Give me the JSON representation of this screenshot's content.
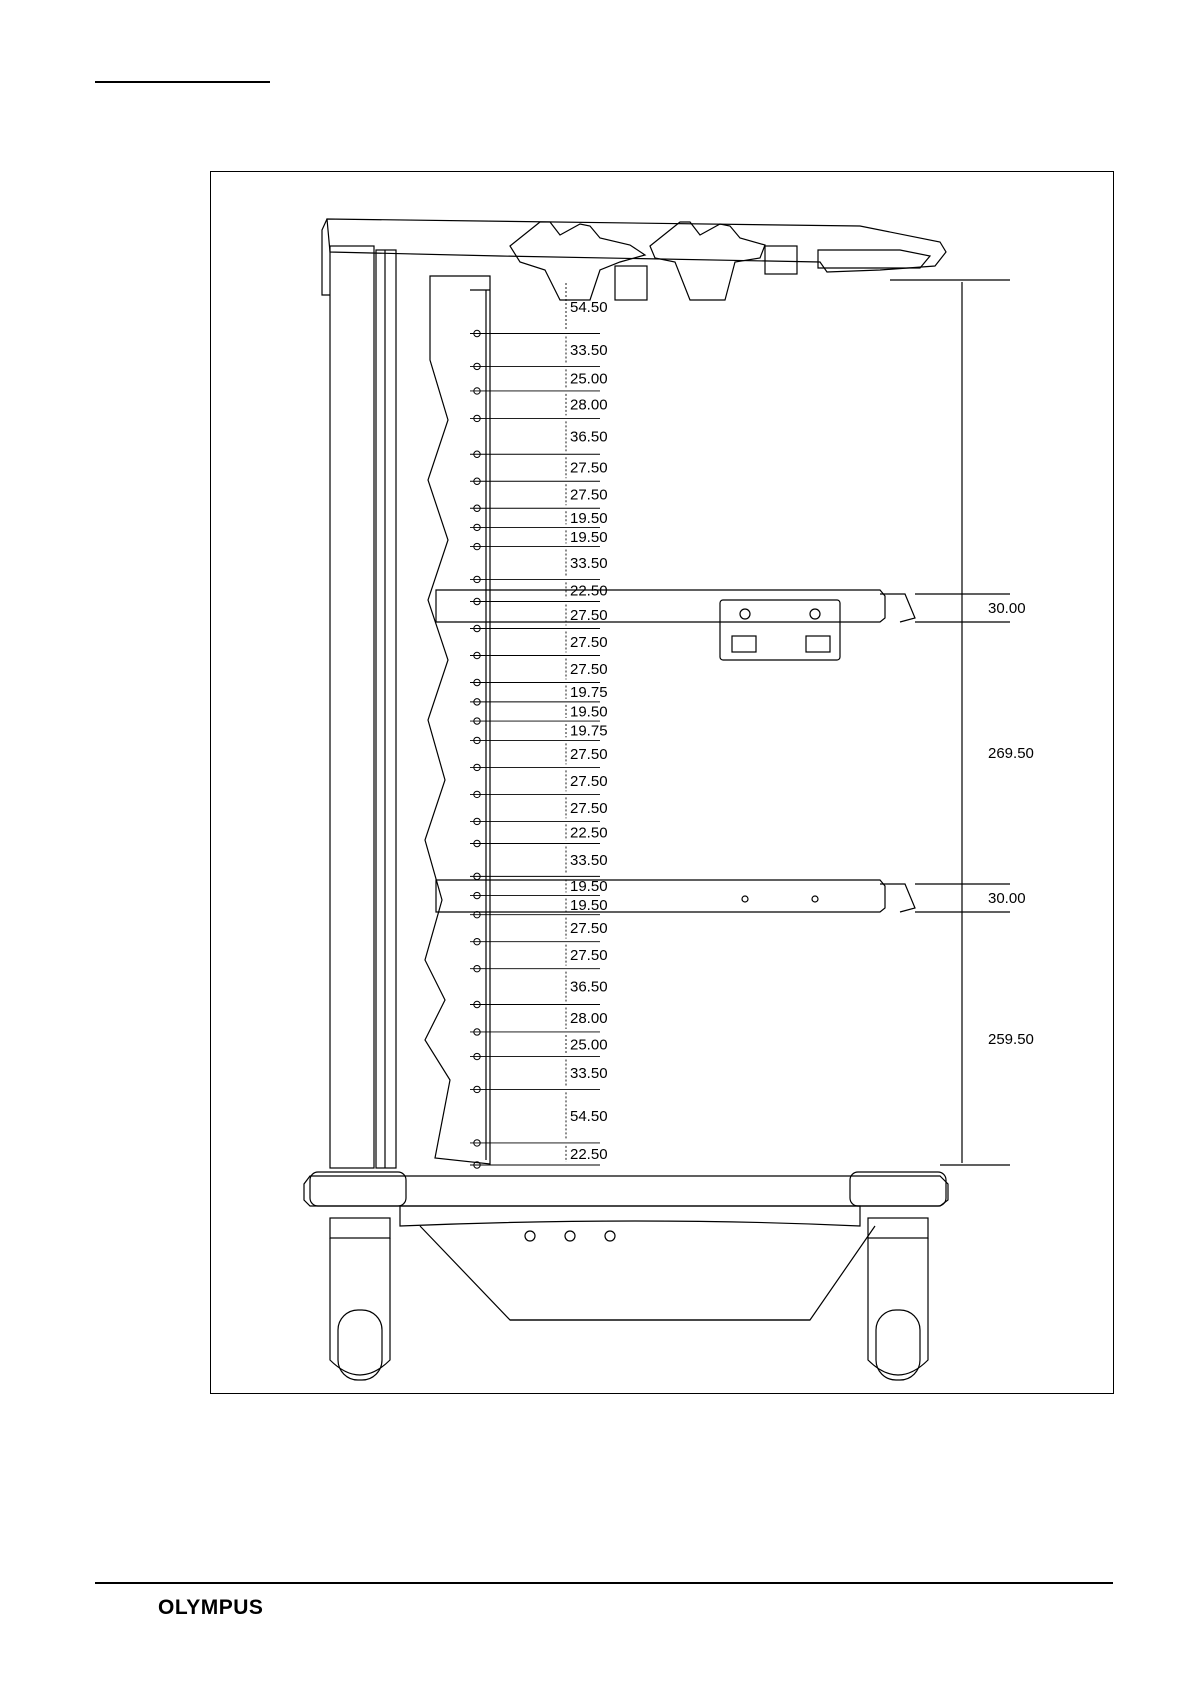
{
  "footer": {
    "logo_text": "OLYMPUS"
  },
  "dimensions": {
    "rail_spacings": [
      "54.50",
      "33.50",
      "25.00",
      "28.00",
      "36.50",
      "27.50",
      "27.50",
      "19.50",
      "19.50",
      "33.50",
      "22.50",
      "27.50",
      "27.50",
      "27.50",
      "19.75",
      "19.50",
      "19.75",
      "27.50",
      "27.50",
      "27.50",
      "22.50",
      "33.50",
      "19.50",
      "19.50",
      "27.50",
      "27.50",
      "36.50",
      "28.00",
      "25.00",
      "33.50",
      "54.50",
      "22.50"
    ],
    "shelf_thickness_upper": "30.00",
    "gap_between_shelves": "269.50",
    "shelf_thickness_lower": "30.00",
    "gap_below_lower_shelf": "259.50"
  }
}
